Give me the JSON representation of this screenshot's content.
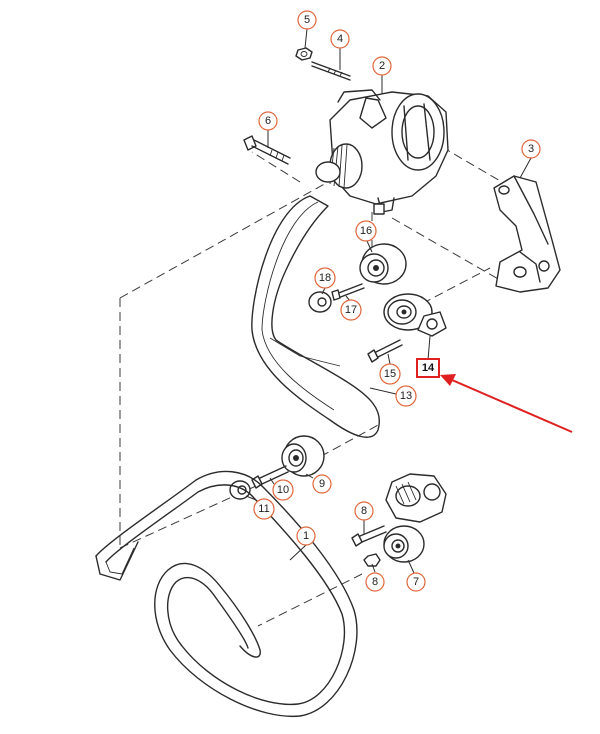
{
  "callouts": {
    "c1": "1",
    "c2": "2",
    "c3": "3",
    "c4": "4",
    "c5": "5",
    "c6": "6",
    "c7": "7",
    "c8a": "8",
    "c8b": "8",
    "c9": "9",
    "c10": "10",
    "c11": "11",
    "c13": "13",
    "c14": "14",
    "c15": "15",
    "c16": "16",
    "c17": "17",
    "c18": "18"
  },
  "colors": {
    "callout_ring": "#e0663a",
    "highlight": "#e02020",
    "line": "#2b2b2b"
  }
}
